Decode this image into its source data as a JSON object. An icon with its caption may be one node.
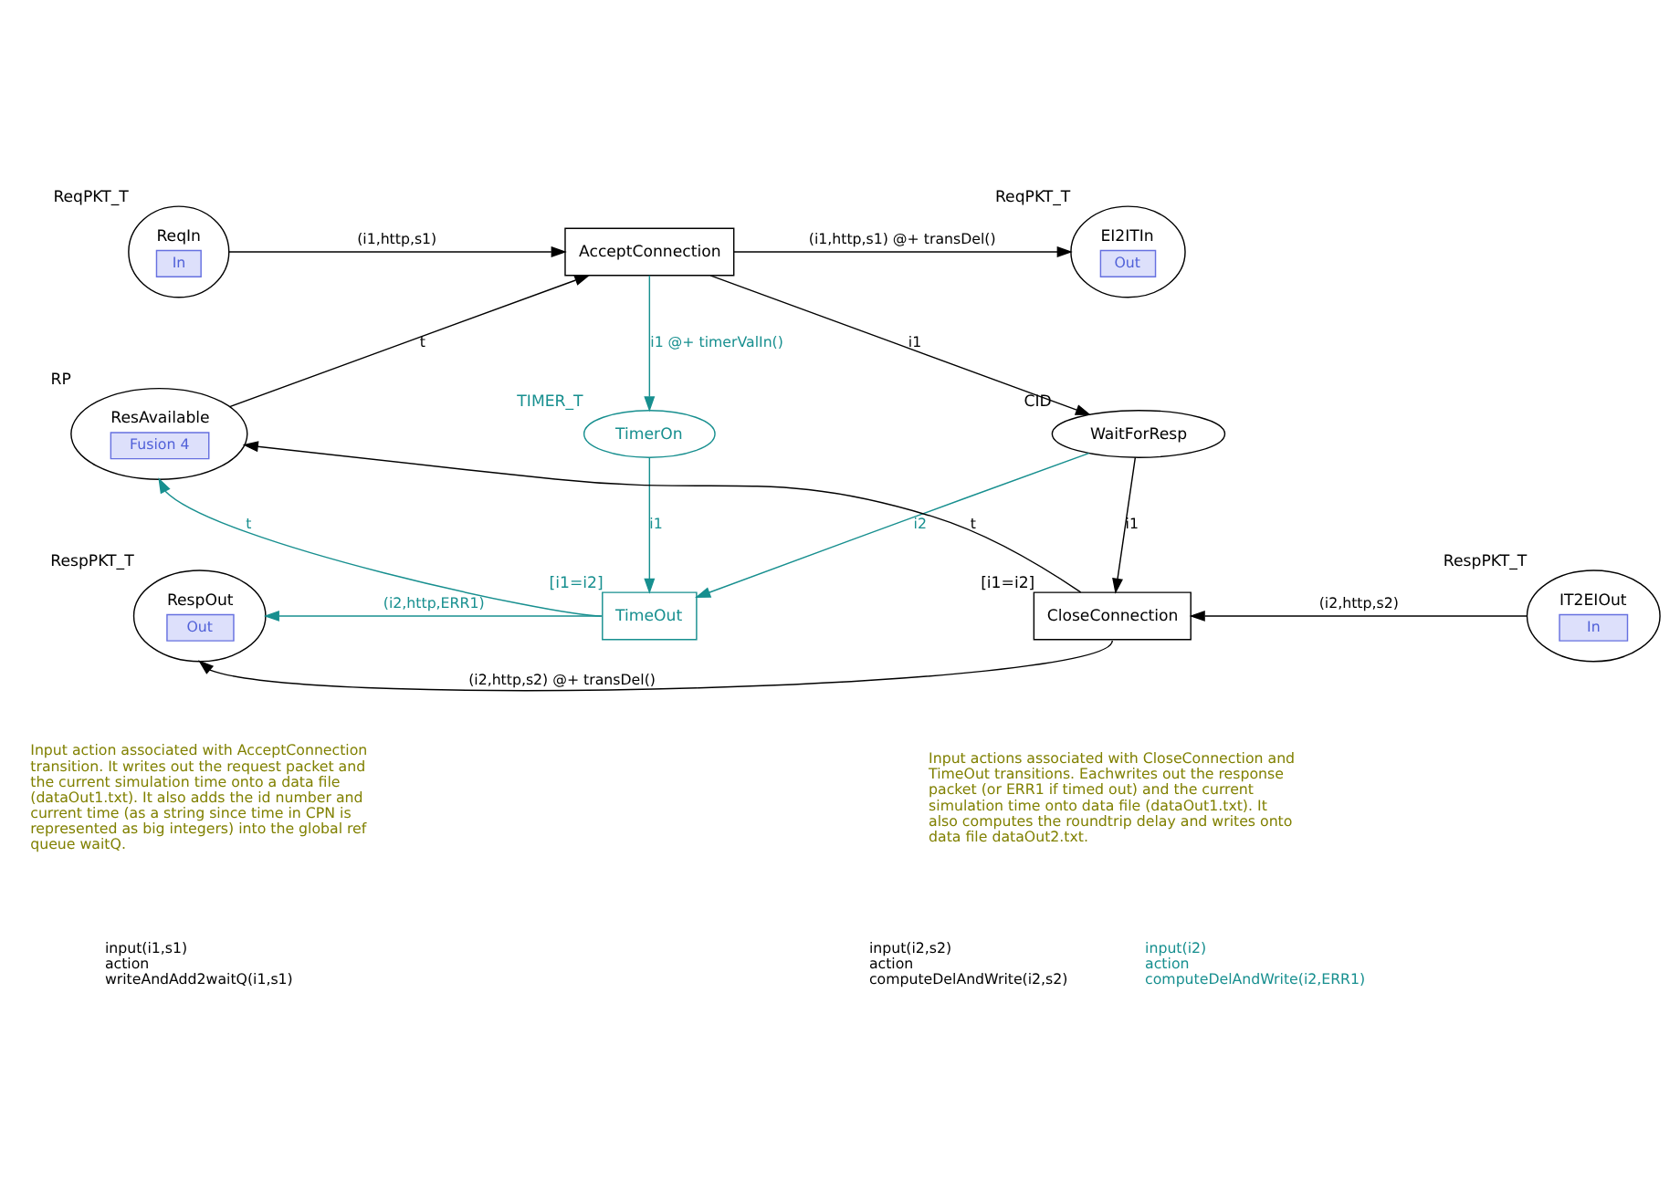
{
  "diagram": {
    "nodes": [
      {
        "text": [
          "ReqIn",
          "In"
        ],
        "beside": [
          "ReqPKT_T"
        ]
      },
      {
        "text": [
          "AcceptConnection"
        ]
      },
      {
        "text": [
          "EI2ITIn",
          "Out"
        ],
        "beside": [
          "ReqPKT_T"
        ]
      },
      {
        "text": [
          "ResAvailable",
          "Fusion 4"
        ],
        "beside": [
          "RP"
        ]
      },
      {
        "text": [
          "TimerOn"
        ],
        "beside": [
          "TIMER_T"
        ]
      },
      {
        "text": [
          "WaitForResp"
        ],
        "beside": [
          "CID"
        ]
      },
      {
        "text": [
          "RespOut",
          "Out"
        ],
        "beside": [
          "RespPKT_T"
        ]
      },
      {
        "text": [
          "TimeOut"
        ],
        "beside": [
          "[i1=i2]"
        ]
      },
      {
        "text": [
          "CloseConnection"
        ],
        "beside": [
          "[i1=i2]"
        ]
      },
      {
        "text": [
          "IT2EIOut",
          "In"
        ],
        "beside": [
          "RespPKT_T"
        ]
      }
    ],
    "edges": [
      {
        "from": 0,
        "to": 1,
        "arrow": "to",
        "label": "(i1,http,s1)"
      },
      {
        "from": 3,
        "to": 1,
        "arrow": "to",
        "label": "t"
      },
      {
        "from": 1,
        "to": 2,
        "arrow": "to",
        "label": "(i1,http,s1) @+ transDel()"
      },
      {
        "from": 1,
        "to": 4,
        "arrow": "to",
        "label": "i1 @+ timerValIn()",
        "color": "#178f8f"
      },
      {
        "from": 1,
        "to": 5,
        "arrow": "to",
        "label": "i1"
      },
      {
        "from": 4,
        "to": 7,
        "arrow": "to",
        "label": "i1",
        "color": "#178f8f"
      },
      {
        "from": 5,
        "to": 7,
        "arrow": "to",
        "label": "i2",
        "color": "#178f8f"
      },
      {
        "from": 5,
        "to": 8,
        "arrow": "to",
        "label": "i1"
      },
      {
        "from": 8,
        "to": 3,
        "arrow": "to",
        "label": "t"
      },
      {
        "from": 7,
        "to": 3,
        "arrow": "to",
        "label": "t",
        "color": "#178f8f"
      },
      {
        "from": 7,
        "to": 6,
        "arrow": "to",
        "label": "(i2,http,ERR1)",
        "color": "#178f8f"
      },
      {
        "from": 8,
        "to": 6,
        "arrow": "to",
        "label": "(i2,http,s2) @+ transDel()"
      },
      {
        "from": 9,
        "to": 8,
        "arrow": "to",
        "label": "(i2,http,s2)"
      }
    ],
    "labels": [
      "Input action associated with AcceptConnection transition. It writes out the request packet and the current simulation time onto a data file (dataOut1.txt). It also adds the id number and current time (as a string since time in CPN is represented as big integers) into the global ref queue waitQ.",
      "Input actions associated with CloseConnection and TimeOut transitions. Eachwrites out the response packet (or ERR1 if timed out) and the current simulation time onto data file (dataOut1.txt). It also computes the roundtrip delay and writes onto data file dataOut2.txt.",
      "input(i1,s1) action writeAndAdd2waitQ(i1,s1)",
      "input(i2) action computeDelAndWrite(i2,ERR1)",
      "input(i2,s2) action computeDelAndWrite(i2,s2)"
    ]
  }
}
